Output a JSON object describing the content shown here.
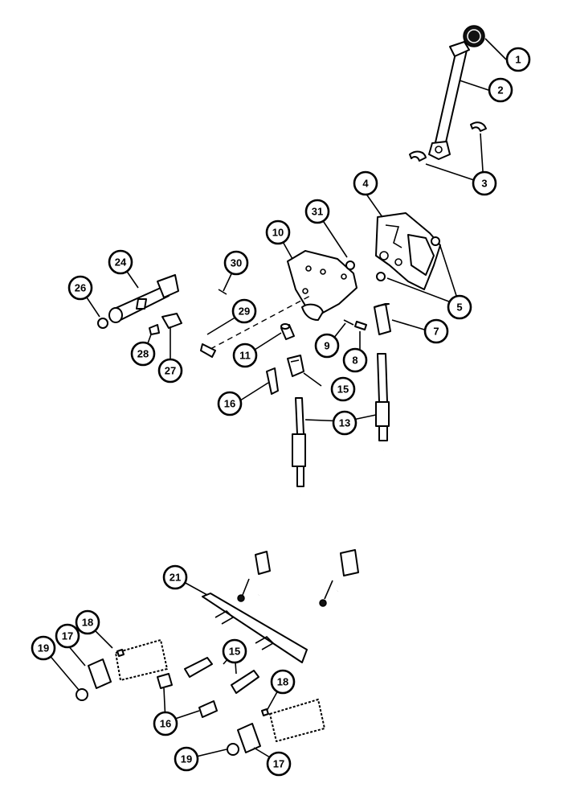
{
  "diagram": {
    "callouts": [
      {
        "id": "c1",
        "label": "1"
      },
      {
        "id": "c2",
        "label": "2"
      },
      {
        "id": "c3",
        "label": "3"
      },
      {
        "id": "c4",
        "label": "4"
      },
      {
        "id": "c5",
        "label": "5"
      },
      {
        "id": "c7",
        "label": "7"
      },
      {
        "id": "c8",
        "label": "8"
      },
      {
        "id": "c9",
        "label": "9"
      },
      {
        "id": "c10",
        "label": "10"
      },
      {
        "id": "c11",
        "label": "11"
      },
      {
        "id": "c13",
        "label": "13"
      },
      {
        "id": "c15a",
        "label": "15"
      },
      {
        "id": "c15b",
        "label": "15"
      },
      {
        "id": "c16a",
        "label": "16"
      },
      {
        "id": "c16b",
        "label": "16"
      },
      {
        "id": "c17a",
        "label": "17"
      },
      {
        "id": "c17b",
        "label": "17"
      },
      {
        "id": "c18a",
        "label": "18"
      },
      {
        "id": "c18b",
        "label": "18"
      },
      {
        "id": "c19a",
        "label": "19"
      },
      {
        "id": "c19b",
        "label": "19"
      },
      {
        "id": "c21",
        "label": "21"
      },
      {
        "id": "c24",
        "label": "24"
      },
      {
        "id": "c26",
        "label": "26"
      },
      {
        "id": "c27",
        "label": "27"
      },
      {
        "id": "c28",
        "label": "28"
      },
      {
        "id": "c29",
        "label": "29"
      },
      {
        "id": "c30",
        "label": "30"
      },
      {
        "id": "c31",
        "label": "31"
      }
    ]
  }
}
